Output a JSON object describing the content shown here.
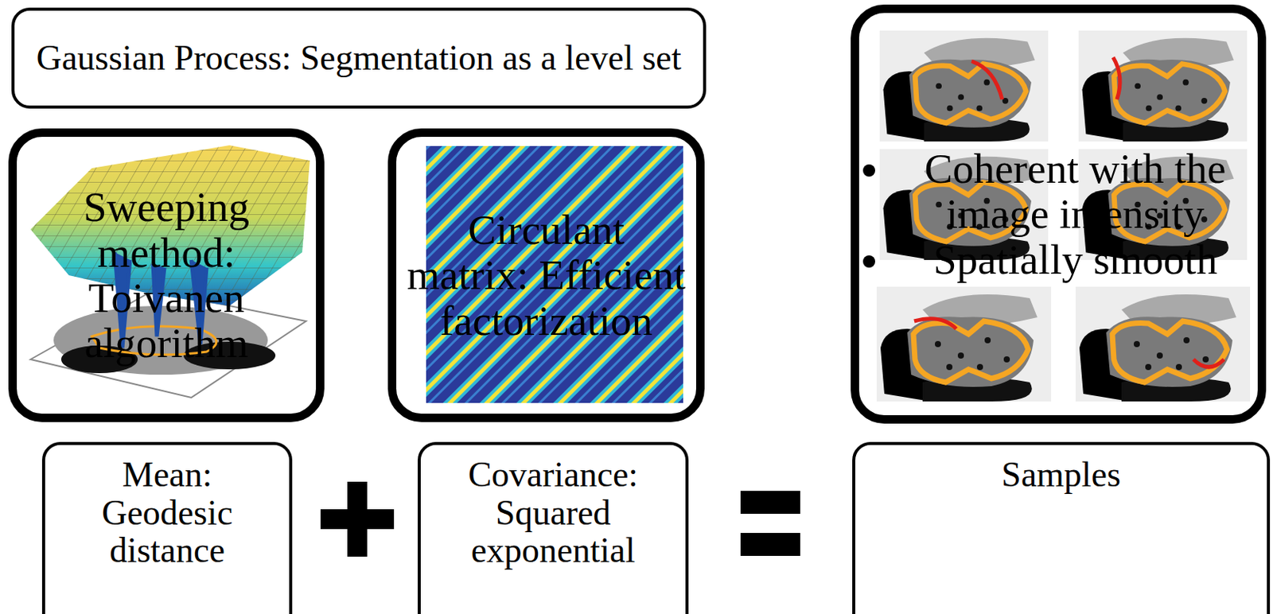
{
  "diagram": {
    "nodes": [
      {
        "text": [
          "Gaussian Process: Segmentation as a level set"
        ]
      },
      {
        "text": [
          "Sweeping method: Toivanen algorithm"
        ]
      },
      {
        "text": [
          "Circulant matrix: Efficient factorization"
        ]
      },
      {
        "text": [
          "Coherent with the image intensity",
          "Spatially smooth"
        ]
      },
      {
        "text": [
          "Mean: Geodesic distance"
        ]
      },
      {
        "text": [
          "Covariance: Squared exponential"
        ]
      },
      {
        "text": [
          "Samples"
        ]
      }
    ]
  }
}
